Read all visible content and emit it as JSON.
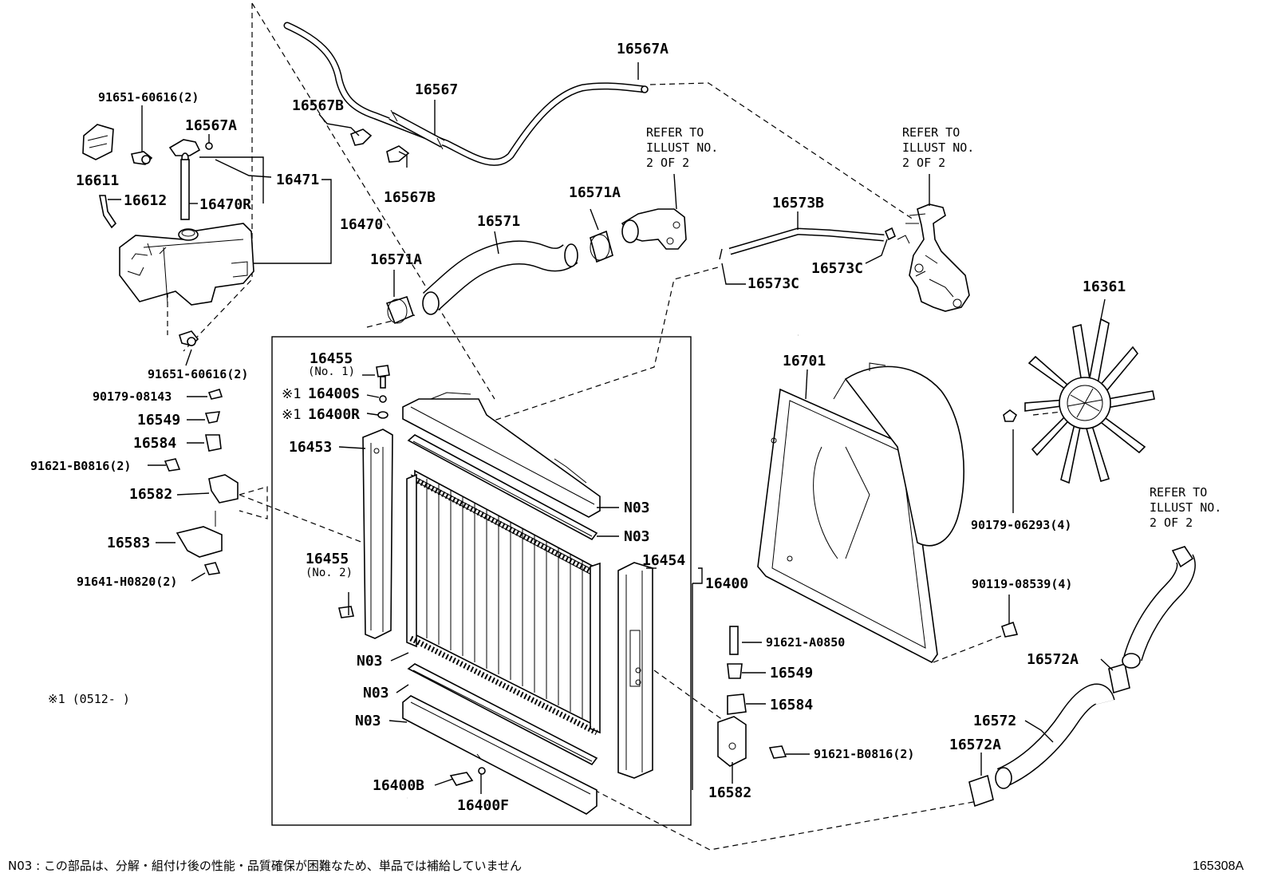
{
  "diagram": {
    "parts": [
      {
        "id": "p16567A_top",
        "label": "16567A"
      },
      {
        "id": "p16567",
        "label": "16567"
      },
      {
        "id": "p91651_a",
        "label": "91651-60616(2)"
      },
      {
        "id": "p16567B_a",
        "label": "16567B"
      },
      {
        "id": "p16567A_b",
        "label": "16567A"
      },
      {
        "id": "p16611",
        "label": "16611"
      },
      {
        "id": "p16471",
        "label": "16471"
      },
      {
        "id": "p16612",
        "label": "16612"
      },
      {
        "id": "p16470R",
        "label": "16470R"
      },
      {
        "id": "p16567B_b",
        "label": "16567B"
      },
      {
        "id": "p16470",
        "label": "16470"
      },
      {
        "id": "p16571A_a",
        "label": "16571A"
      },
      {
        "id": "p16571",
        "label": "16571"
      },
      {
        "id": "p16573B",
        "label": "16573B"
      },
      {
        "id": "p16573C_a",
        "label": "16573C"
      },
      {
        "id": "p16573C_b",
        "label": "16573C"
      },
      {
        "id": "p16571A_b",
        "label": "16571A"
      },
      {
        "id": "p16361",
        "label": "16361"
      },
      {
        "id": "p16455_1",
        "label": "16455"
      },
      {
        "id": "p16400S",
        "label": "16400S"
      },
      {
        "id": "p16400R",
        "label": "16400R"
      },
      {
        "id": "p91651_b",
        "label": "91651-60616(2)"
      },
      {
        "id": "p90179_08143",
        "label": "90179-08143"
      },
      {
        "id": "p16549_a",
        "label": "16549"
      },
      {
        "id": "p16584_a",
        "label": "16584"
      },
      {
        "id": "p91621_B0816_a",
        "label": "91621-B0816(2)"
      },
      {
        "id": "p16453",
        "label": "16453"
      },
      {
        "id": "p16701",
        "label": "16701"
      },
      {
        "id": "p16582_a",
        "label": "16582"
      },
      {
        "id": "pN03_1",
        "label": "N03"
      },
      {
        "id": "pN03_2",
        "label": "N03"
      },
      {
        "id": "p90179_06293",
        "label": "90179-06293(4)"
      },
      {
        "id": "p16583",
        "label": "16583"
      },
      {
        "id": "p16454",
        "label": "16454"
      },
      {
        "id": "p16400",
        "label": "16400"
      },
      {
        "id": "p16455_2",
        "label": "16455"
      },
      {
        "id": "p91641",
        "label": "91641-H0820(2)"
      },
      {
        "id": "p90119",
        "label": "90119-08539(4)"
      },
      {
        "id": "p91621_A0850",
        "label": "91621-A0850"
      },
      {
        "id": "pN03_3",
        "label": "N03"
      },
      {
        "id": "p16572A_a",
        "label": "16572A"
      },
      {
        "id": "p16549_b",
        "label": "16549"
      },
      {
        "id": "pN03_4",
        "label": "N03"
      },
      {
        "id": "p16584_b",
        "label": "16584"
      },
      {
        "id": "pN03_5",
        "label": "N03"
      },
      {
        "id": "p16572",
        "label": "16572"
      },
      {
        "id": "p16572A_b",
        "label": "16572A"
      },
      {
        "id": "p91621_B0816_b",
        "label": "91621-B0816(2)"
      },
      {
        "id": "p16400B",
        "label": "16400B"
      },
      {
        "id": "p16400F",
        "label": "16400F"
      },
      {
        "id": "p16582_b",
        "label": "16582"
      }
    ],
    "sub_labels": {
      "no1": "(No. 1)",
      "no2": "(No. 2)"
    },
    "mark": "※1",
    "refer_lines": [
      "REFER TO",
      "ILLUST NO.",
      "2 OF 2"
    ],
    "footnote_mark": "※1  (0512-      )",
    "legend": "N03 : この部品は、分解・組付け後の性能・品質確保が困難なため、単品では補給していません",
    "diagram_id": "165308A"
  }
}
